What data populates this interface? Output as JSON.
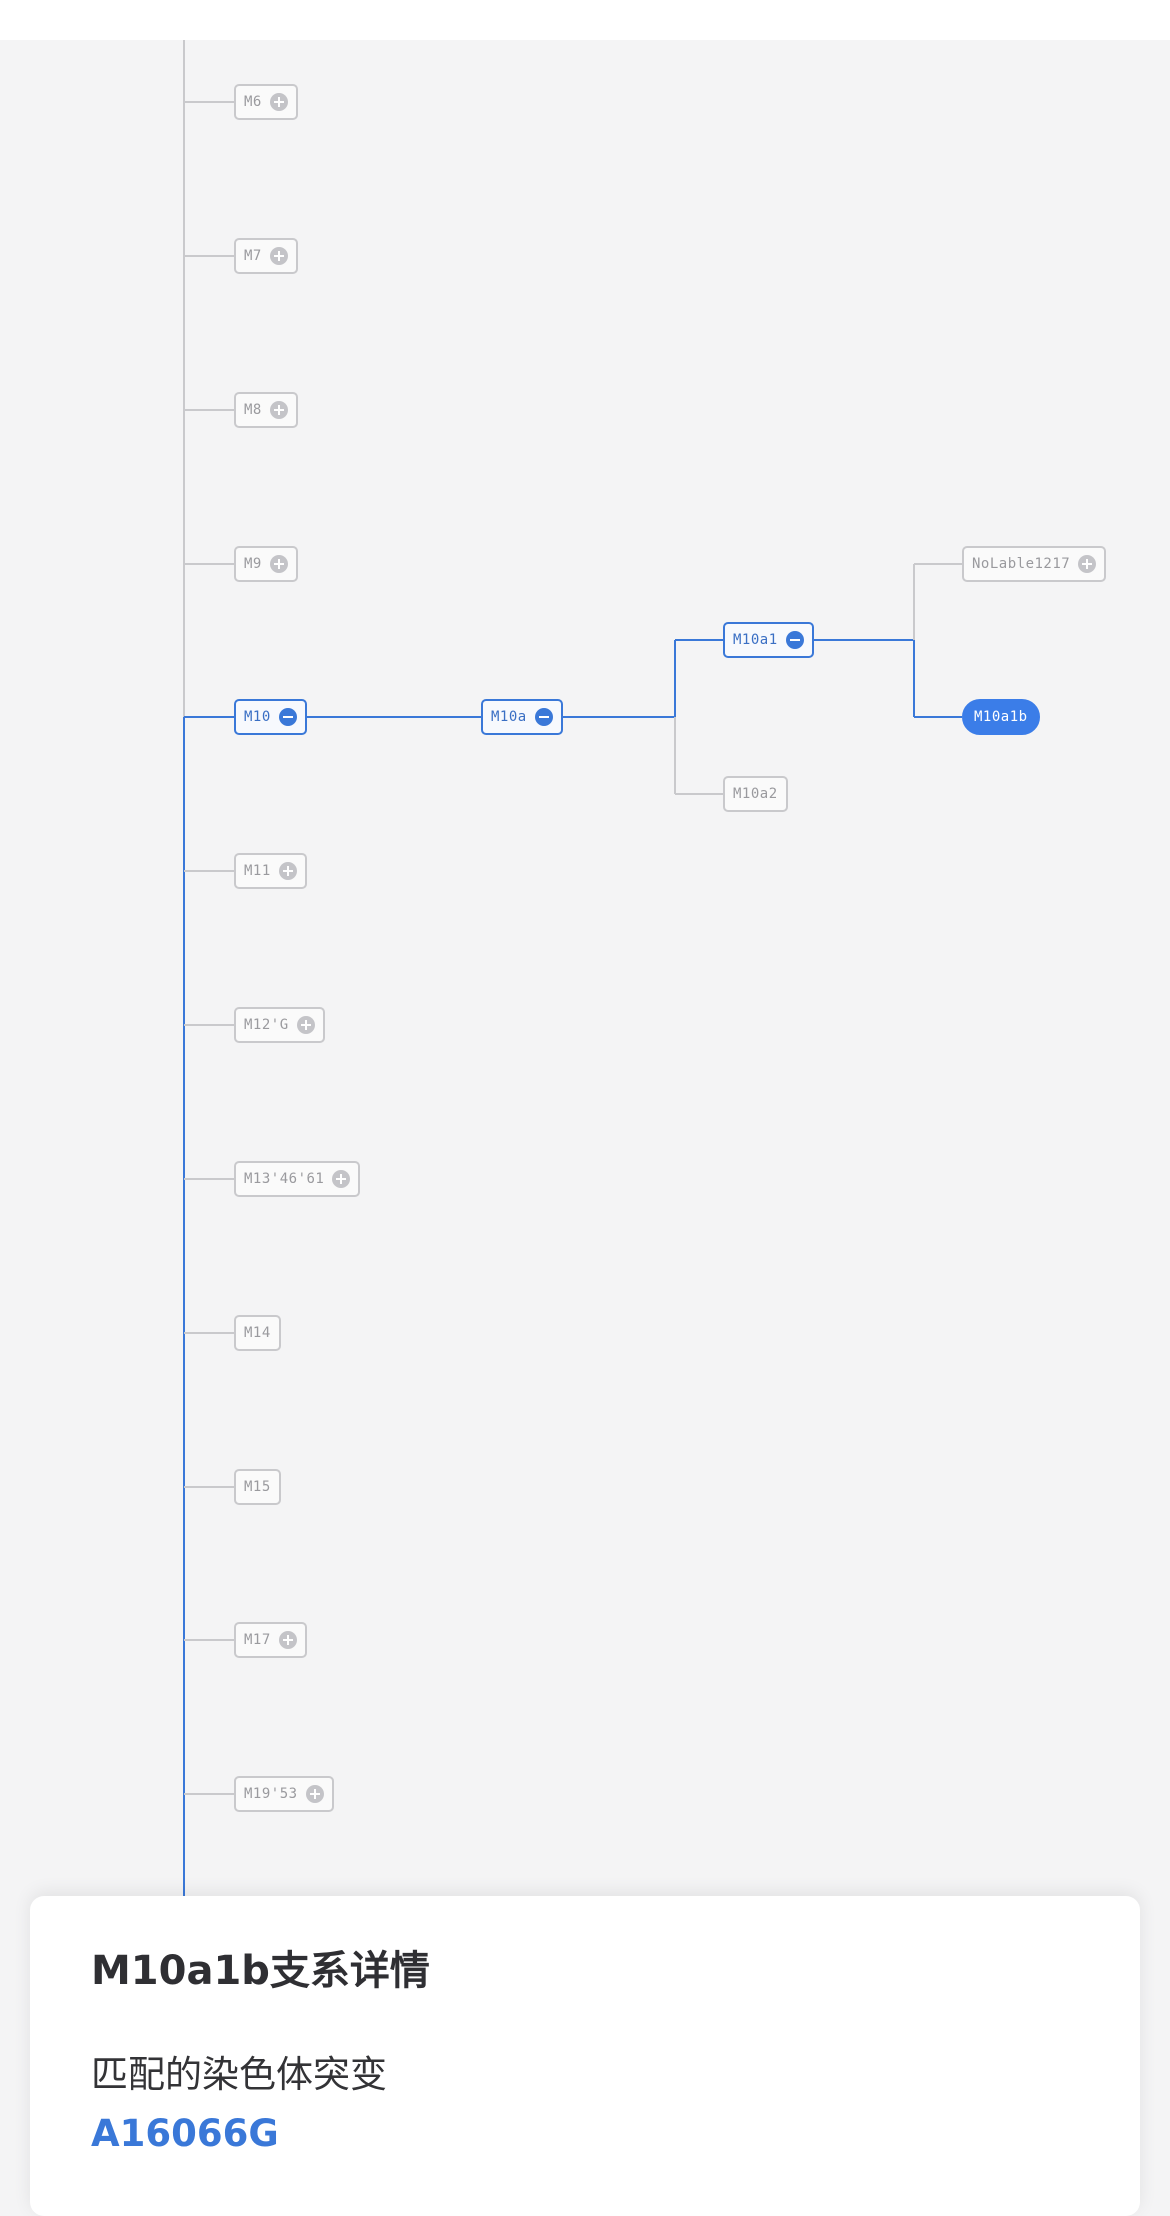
{
  "tree": {
    "root_children": [
      {
        "label": "M6",
        "toggle": "plus"
      },
      {
        "label": "M7",
        "toggle": "plus"
      },
      {
        "label": "M8",
        "toggle": "plus"
      },
      {
        "label": "M9",
        "toggle": "plus"
      },
      {
        "label": "M10",
        "toggle": "minus"
      },
      {
        "label": "M11",
        "toggle": "plus"
      },
      {
        "label": "M12'G",
        "toggle": "plus"
      },
      {
        "label": "M13'46'61",
        "toggle": "plus"
      },
      {
        "label": "M14",
        "toggle": "none"
      },
      {
        "label": "M15",
        "toggle": "none"
      },
      {
        "label": "M17",
        "toggle": "plus"
      },
      {
        "label": "M19'53",
        "toggle": "plus"
      }
    ],
    "m10_branch": {
      "m10a": "M10a",
      "m10a1": "M10a1",
      "m10a2": "M10a2",
      "nolable": "NoLable1217",
      "selected": "M10a1b"
    },
    "colors": {
      "active": "#3a78d8",
      "inactive": "#c9c9cc",
      "selected_fill": "#3b7de8"
    }
  },
  "detail_panel": {
    "title": "M10a1b支系详情",
    "subtitle": "匹配的染色体突变",
    "mutation": "A16066G"
  }
}
